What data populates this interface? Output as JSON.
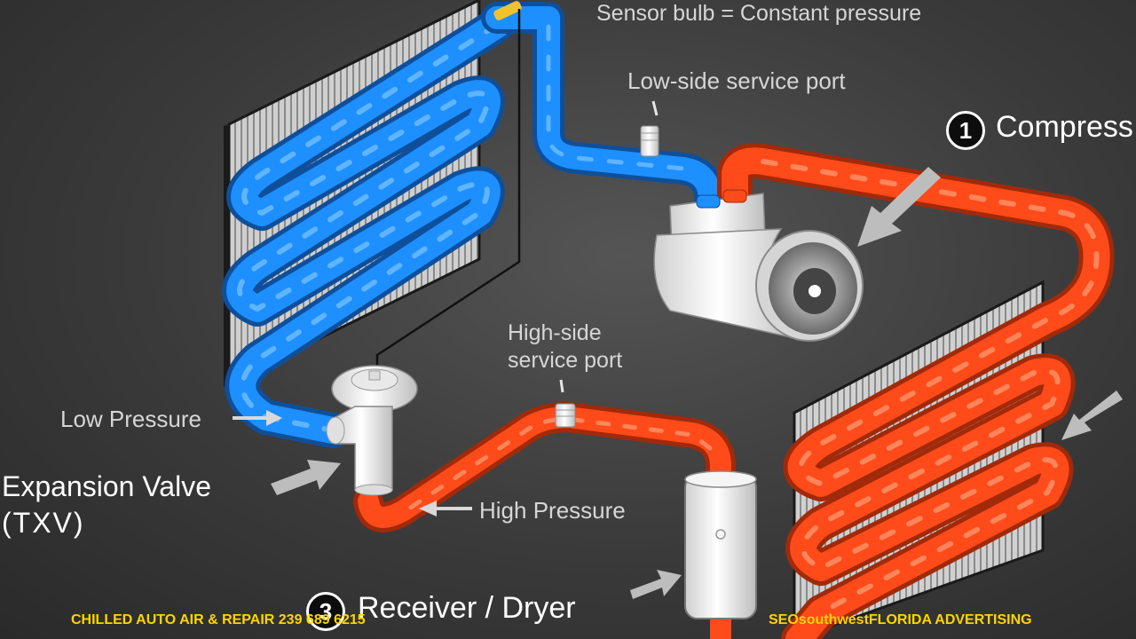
{
  "labels": {
    "sensor_bulb": "Sensor bulb = Constant pressure",
    "low_side_port": "Low-side service port",
    "high_side_line1": "High-side",
    "high_side_line2": "service port",
    "low_pressure": "Low Pressure",
    "high_pressure": "High Pressure",
    "expansion_valve_line1": "Expansion Valve",
    "expansion_valve_line2": "(TXV)",
    "compressor_num": "1",
    "compressor": "Compress",
    "receiver_num": "3",
    "receiver": "Receiver / Dryer"
  },
  "footer": {
    "left": "CHILLED AUTO AIR & REPAIR 239 689 6215",
    "right": "SEOsouthwestFLORIDA ADVERTISING"
  },
  "colors": {
    "low_side_line": "#1e8fff",
    "high_side_line": "#ff4a1a",
    "background": "#3a3a3a",
    "footer_text": "#ffd400"
  }
}
